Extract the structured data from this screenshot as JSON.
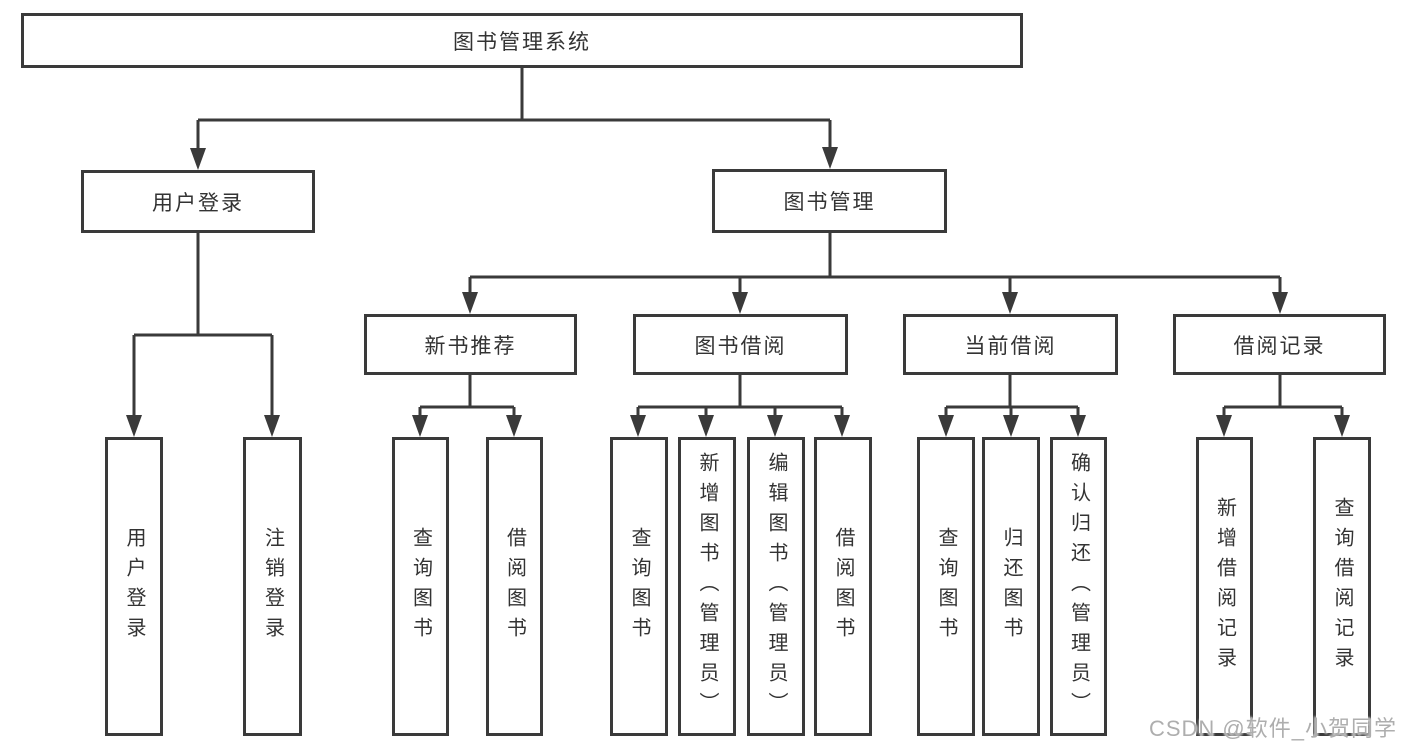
{
  "colors": {
    "line": "#3a3a3a",
    "text": "#333333",
    "background": "#ffffff",
    "watermark": "#aeaeae"
  },
  "tree": {
    "label": "图书管理系统",
    "children": [
      {
        "label": "用户登录",
        "children": [
          {
            "label": "用户登录"
          },
          {
            "label": "注销登录"
          }
        ]
      },
      {
        "label": "图书管理",
        "children": [
          {
            "label": "新书推荐",
            "children": [
              {
                "label": "查询图书"
              },
              {
                "label": "借阅图书"
              }
            ]
          },
          {
            "label": "图书借阅",
            "children": [
              {
                "label": "查询图书"
              },
              {
                "label": "新增图书（管理员）"
              },
              {
                "label": "编辑图书（管理员）"
              },
              {
                "label": "借阅图书"
              }
            ]
          },
          {
            "label": "当前借阅",
            "children": [
              {
                "label": "查询图书"
              },
              {
                "label": "归还图书"
              },
              {
                "label": "确认归还（管理员）"
              }
            ]
          },
          {
            "label": "借阅记录",
            "children": [
              {
                "label": "新增借阅记录"
              },
              {
                "label": "查询借阅记录"
              }
            ]
          }
        ]
      }
    ]
  },
  "watermark": {
    "text": "CSDN @软件_小贺同学"
  }
}
